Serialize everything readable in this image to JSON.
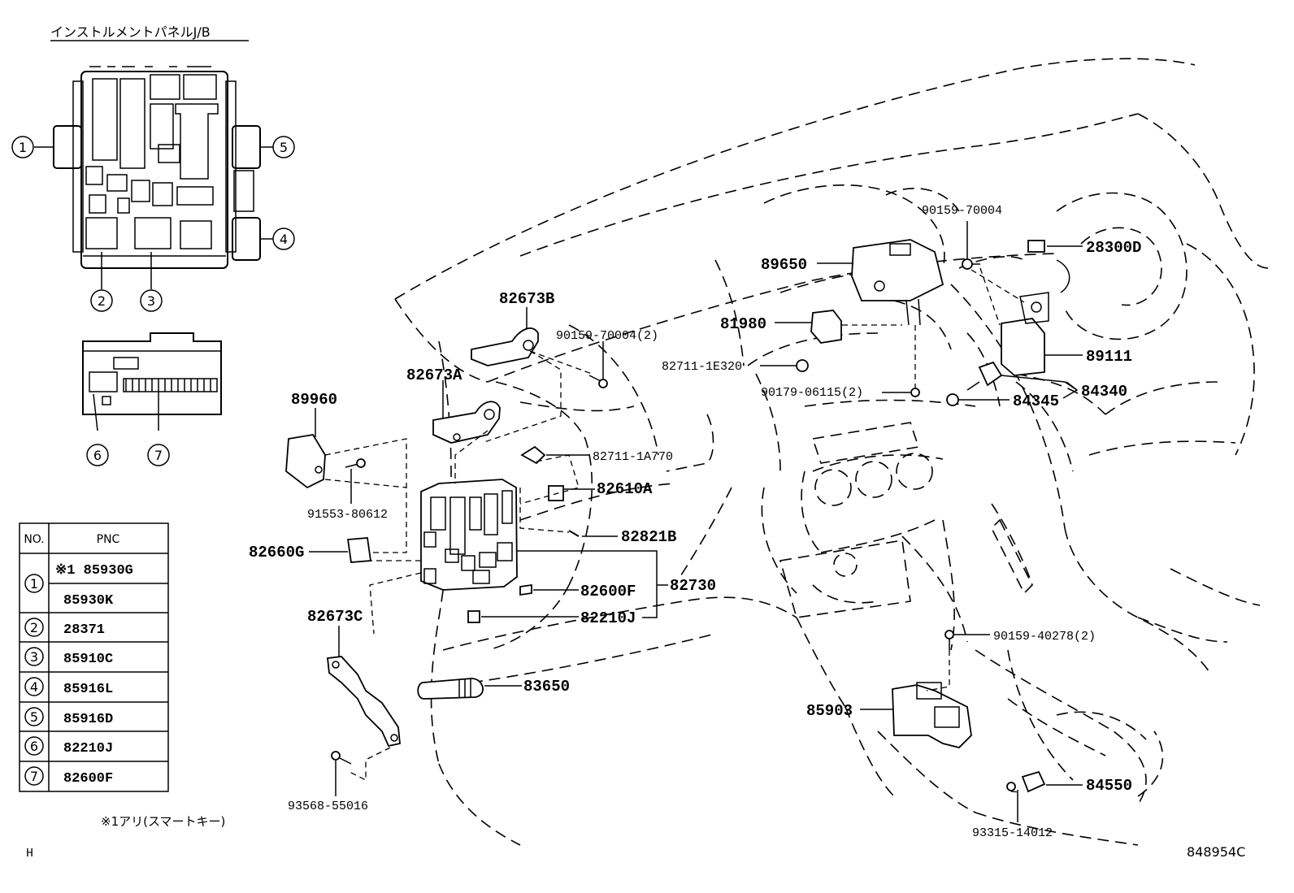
{
  "title": "インストルメントパネルJ/B",
  "jb_callouts": [
    "1",
    "2",
    "3",
    "4",
    "5",
    "6",
    "7"
  ],
  "parts": {
    "p89650": "89650",
    "p90159_70004": "90159-70004",
    "p28300D": "28300D",
    "p82673B": "82673B",
    "p90159_70004_2": "90159-70004(2)",
    "p81980": "81980",
    "p82711_1E320": "82711-1E320",
    "p89111": "89111",
    "p82673A": "82673A",
    "p90179_06115_2": "90179-06115(2)",
    "p84345": "84345",
    "p84340": "84340",
    "p89960": "89960",
    "p82711_1A770": "82711-1A770",
    "p82610A": "82610A",
    "p91553_80612": "91553-80612",
    "p82821B": "82821B",
    "p82660G": "82660G",
    "p82600F": "82600F",
    "p82730": "82730",
    "p82210J": "82210J",
    "p82673C": "82673C",
    "p90159_40278_2": "90159-40278(2)",
    "p83650": "83650",
    "p85903": "85903",
    "p93568_55016": "93568-55016",
    "p84550": "84550",
    "p93315_14012": "93315-14012"
  },
  "table": {
    "header_no": "NO.",
    "header_pnc": "PNC",
    "rows": [
      {
        "no": "1",
        "pnc": "※1 85930G"
      },
      {
        "no": "",
        "pnc": "85930K"
      },
      {
        "no": "2",
        "pnc": "28371"
      },
      {
        "no": "3",
        "pnc": "85910C"
      },
      {
        "no": "4",
        "pnc": "85916L"
      },
      {
        "no": "5",
        "pnc": "85916D"
      },
      {
        "no": "6",
        "pnc": "82210J"
      },
      {
        "no": "7",
        "pnc": "82600F"
      }
    ]
  },
  "footnote": "※1アリ(スマートキー)",
  "corner_left": "H",
  "corner_right": "848954C"
}
